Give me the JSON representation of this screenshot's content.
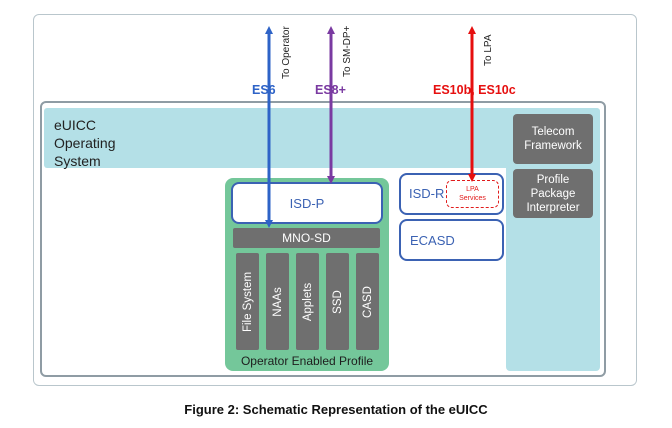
{
  "interfaces": {
    "es6": {
      "label": "ES6",
      "target": "To Operator",
      "color": "#2e63c7"
    },
    "es8": {
      "label": "ES8+",
      "target": "To SM-DP+",
      "color": "#7a3aa1"
    },
    "es10": {
      "label": "ES10b, ES10c",
      "target": "To LPA",
      "color": "#e60f0f"
    }
  },
  "euicc": {
    "os_label_line1": "eUICC",
    "os_label_line2": "Operating",
    "os_label_line3": "System",
    "telecom_framework": "Telecom Framework",
    "profile_package_interpreter": "Profile Package Interpreter"
  },
  "profile": {
    "isd_p": "ISD-P",
    "mno_sd": "MNO-SD",
    "components": [
      "File System",
      "NAAs",
      "Applets",
      "SSD",
      "CASD"
    ],
    "label": "Operator Enabled Profile"
  },
  "isd_r": {
    "label": "ISD-R",
    "lpa_line1": "LPA",
    "lpa_line2": "Services"
  },
  "ecasd": "ECASD",
  "caption": "Figure 2: Schematic Representation of the eUICC",
  "colors": {
    "os_band": "#b4e0e7",
    "profile_green": "#74c79a",
    "gray": "#6f6f6f",
    "blue": "#3b62b3",
    "red": "#e11b1b"
  }
}
